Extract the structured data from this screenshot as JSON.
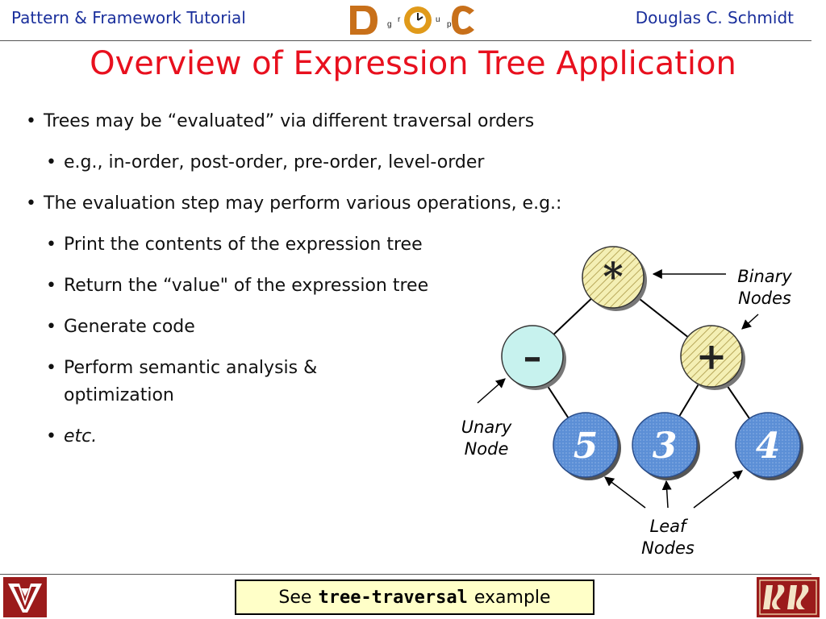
{
  "header": {
    "left": "Pattern & Framework Tutorial",
    "right": "Douglas C. Schmidt",
    "logo_text": "DOC group"
  },
  "slide": {
    "title": "Overview of Expression Tree Application",
    "bullets": [
      {
        "level": 1,
        "text": "Trees may be “evaluated” via different traversal orders"
      },
      {
        "level": 2,
        "text": "e.g., in-order, post-order, pre-order, level-order"
      },
      {
        "level": 1,
        "text": "The evaluation step may perform various operations, e.g.:"
      },
      {
        "level": 2,
        "text": "Print the contents of the expression tree"
      },
      {
        "level": 2,
        "text": "Return the “value\" of the expression tree"
      },
      {
        "level": 2,
        "text": "Generate code"
      },
      {
        "level": 2,
        "text": "Perform semantic analysis &"
      },
      {
        "level": 2,
        "text": "optimization"
      },
      {
        "level": 2,
        "text": "etc."
      }
    ]
  },
  "tree": {
    "nodes": {
      "root": "*",
      "unary": "–",
      "plus": "+",
      "leaf1": "5",
      "leaf2": "3",
      "leaf3": "4"
    },
    "labels": {
      "binary_line1": "Binary",
      "binary_line2": "Nodes",
      "unary_line1": "Unary",
      "unary_line2": "Node",
      "leaf_line1": "Leaf",
      "leaf_line2": "Nodes"
    },
    "colors": {
      "binary_fill": "#f4efb4",
      "unary_fill": "#c7f2ee",
      "leaf_fill": "#5c8fd6"
    }
  },
  "footer": {
    "see_prefix": "See",
    "see_code": "tree-traversal",
    "see_suffix": "example"
  },
  "colors": {
    "title": "#e8101e",
    "header_text": "#1a2f9c",
    "footer_box_bg": "#ffffc8",
    "logo_dark_red": "#9b1b1b"
  }
}
